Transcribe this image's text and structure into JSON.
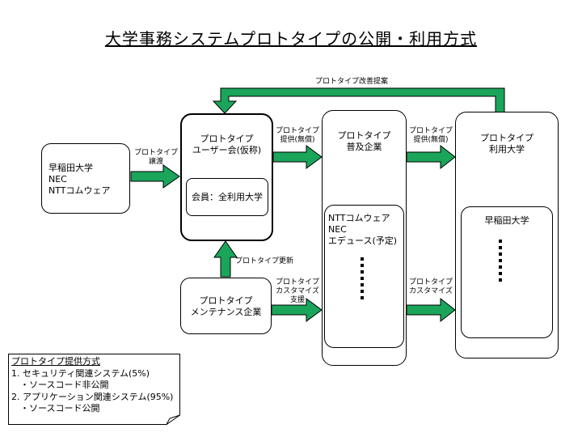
{
  "title": "大学事務システムプロトタイプの公開・利用方式",
  "colors": {
    "arrow_fill": "#1aa55a",
    "arrow_stroke": "#000000"
  },
  "developers": {
    "lines": [
      "早稲田大学",
      "NEC",
      "NTTコムウェア"
    ]
  },
  "user_group": {
    "lines": [
      "プロトタイプ",
      "ユーザー会(仮称)"
    ],
    "member_label": "会員：全利用大学"
  },
  "maintenance": {
    "lines": [
      "プロトタイプ",
      "メンテナンス企業"
    ]
  },
  "vendors": {
    "lines": [
      "プロトタイプ",
      "普及企業"
    ],
    "companies": [
      "NTTコムウェア",
      "NEC",
      "エデュース(予定)"
    ]
  },
  "universities": {
    "lines": [
      "プロトタイプ",
      "利用大学"
    ],
    "member": "早稲田大学"
  },
  "arrows": {
    "transfer": [
      "プロトタイプ",
      "譲渡"
    ],
    "provide_free_1": [
      "プロトタイプ",
      "提供(無償)"
    ],
    "provide_free_2": [
      "プロトタイプ",
      "提供(無償)"
    ],
    "update": "プロトタイプ更新",
    "customize_support": [
      "プロトタイプ",
      "カスタマイズ",
      "支援"
    ],
    "customize": [
      "プロトタイプ",
      "カスタマイズ"
    ],
    "feedback": "プロトタイプ改善提案"
  },
  "note": {
    "heading": "プロトタイプ提供方式",
    "lines": [
      "1. セキュリティ関連システム(5%)",
      "　・ソースコード非公開",
      "2. アプリケーション関連システム(95%)",
      "　・ソースコード公開"
    ]
  }
}
